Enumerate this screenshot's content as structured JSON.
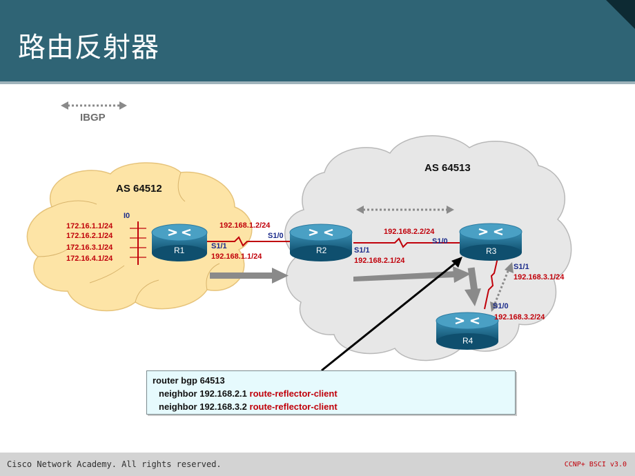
{
  "slide": {
    "title": "路由反射器",
    "footer_left": "Cisco Network Academy. All rights reserved.",
    "footer_right": "CCNP+ BSCI v3.0"
  },
  "legend": {
    "label": "IBGP"
  },
  "as_left": {
    "name": "AS 64512",
    "interface": "I0",
    "networks": [
      "172.16.1.1/24",
      "172.16.2.1/24",
      "172.16.3.1/24",
      "172.16.4.1/24"
    ]
  },
  "as_right": {
    "name": "AS 64513"
  },
  "routers": {
    "r1": "R1",
    "r2": "R2",
    "r3": "R3",
    "r4": "R4"
  },
  "links": {
    "r1_r2": {
      "r2_addr": "192.168.1.2/24",
      "r2_iface": "S1/0",
      "r1_iface": "S1/1",
      "r1_addr": "192.168.1.1/24"
    },
    "r2_r3": {
      "r3_addr": "192.168.2.2/24",
      "r3_iface": "S1/0",
      "r2_iface": "S1/1",
      "r2_addr": "192.168.2.1/24"
    },
    "r3_r4": {
      "r3_iface": "S1/1",
      "r3_addr": "192.168.3.1/24",
      "r4_iface": "S1/0",
      "r4_addr": "192.168.3.2/24"
    }
  },
  "config": {
    "line1": "router bgp 64513",
    "line2_prefix": "neighbor 192.168.2.1 ",
    "line2_suffix": "route-reflector-client",
    "line3_prefix": "neighbor 192.168.3.2 ",
    "line3_suffix": "route-reflector-client"
  },
  "colors": {
    "header": "#2f6475",
    "address_red": "#c0000a",
    "interface_blue": "#1a2a8a",
    "cloud_left": "#fde4a6",
    "cloud_right": "#e7e7e7",
    "router": "#1f6f91",
    "config_bg": "#e6fafd"
  }
}
